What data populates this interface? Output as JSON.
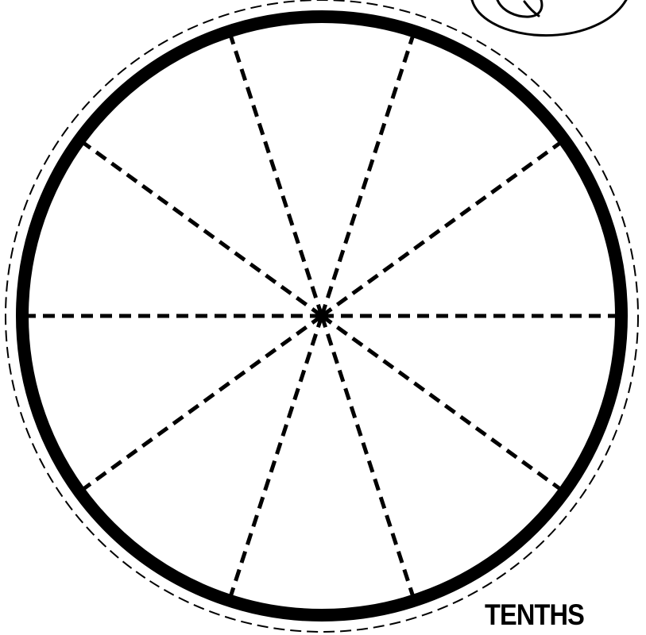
{
  "title": "TENTHS",
  "fraction_circle": {
    "parts": 10,
    "line_style": "dashed"
  },
  "colors": {
    "ink": "#000000",
    "background": "#ffffff"
  },
  "decoration": "partial-cartoon-drawing-top-right"
}
